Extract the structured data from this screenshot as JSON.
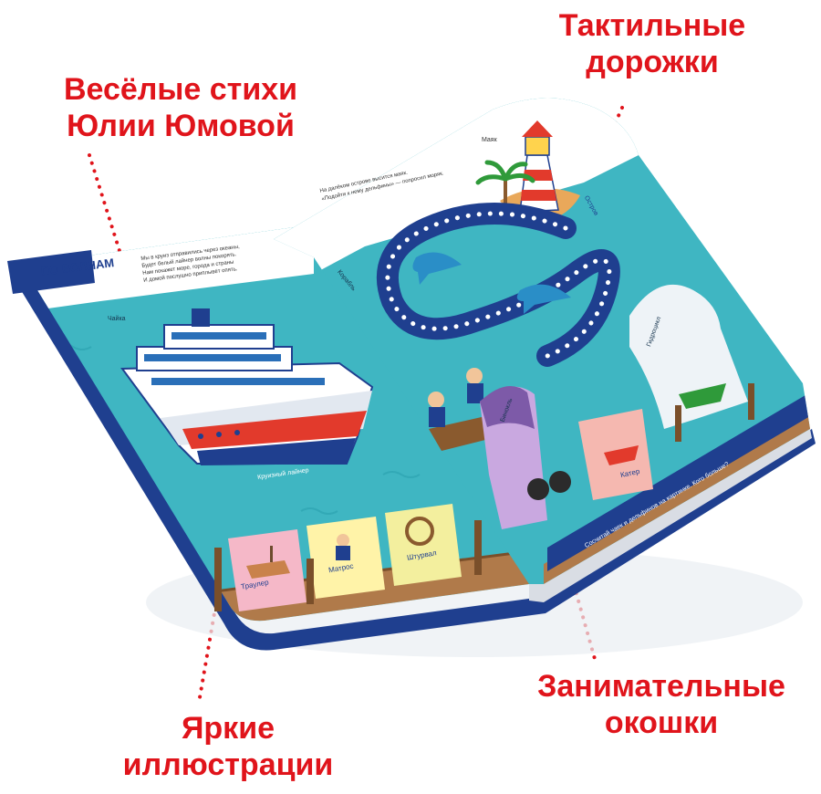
{
  "callouts": {
    "poems": [
      "Весёлые стихи",
      "Юлии Юмовой"
    ],
    "tactile": [
      "Тактильные",
      "дорожки"
    ],
    "illustrations": [
      "Яркие",
      "иллюстрации"
    ],
    "windows": [
      "Занимательные",
      "окошки"
    ]
  },
  "book": {
    "left_page": {
      "header": "ПО ВОЛНАМ",
      "poem_lines": [
        "Мы в круиз отправились через океаны,",
        "Будет белый лайнер волны покорять.",
        "Нам покажет море, города и страны",
        "И домой послушно приплывёт опять."
      ],
      "labels": {
        "gull": "Чайка",
        "liner": "Круизный лайнер"
      },
      "windows": [
        "Траулер",
        "Матрос",
        "Штурвал"
      ]
    },
    "right_page": {
      "text_lines": [
        "На далёком острове высится маяк.",
        "«Подойти к нему дельфины» — попросил моряк."
      ],
      "labels": {
        "lighthouse": "Маяк",
        "island": "Остров",
        "ship": "Корабль"
      },
      "windows": [
        "Бинокль",
        "Катер",
        "Гидроцикл"
      ],
      "bottom_text": "Сосчитай чаек и дельфинов на картинке. Кого больше?"
    }
  },
  "colors": {
    "callout": "#e0141b",
    "sea": "#3fb6c2",
    "navy": "#1f3f8f"
  }
}
